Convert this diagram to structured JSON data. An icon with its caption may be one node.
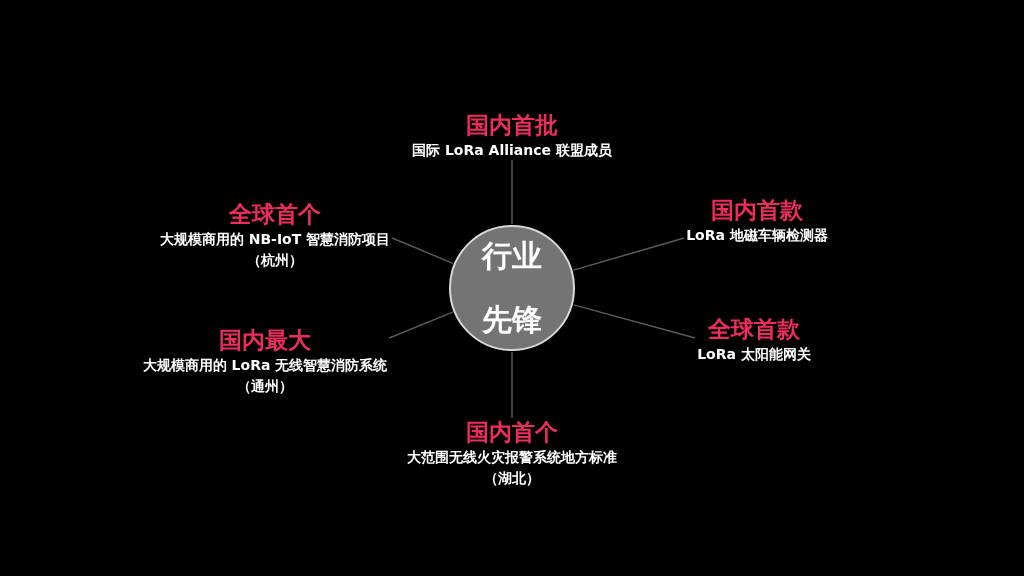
{
  "diagram": {
    "nodes": [
      {
        "text": [
          "行业先锋"
        ]
      },
      {
        "text": [
          "国内首批",
          "国际 LoRa Alliance 联盟成员"
        ]
      },
      {
        "text": [
          "全球首个",
          "大规模商用的 NB-IoT 智慧消防项目",
          "（杭州）"
        ]
      },
      {
        "text": [
          "国内首款",
          "LoRa 地磁车辆检测器"
        ]
      },
      {
        "text": [
          "国内最大",
          "大规模商用的 LoRa 无线智慧消防系统",
          "（通州）"
        ]
      },
      {
        "text": [
          "全球首款",
          "LoRa 太阳能网关"
        ]
      },
      {
        "text": [
          "国内首个",
          "大范围无线火灾报警系统地方标准",
          "（湖北）"
        ]
      }
    ],
    "edges": [
      {
        "from": 0,
        "to": 1,
        "arrow": "none"
      },
      {
        "from": 0,
        "to": 2,
        "arrow": "none"
      },
      {
        "from": 0,
        "to": 3,
        "arrow": "none"
      },
      {
        "from": 0,
        "to": 4,
        "arrow": "none"
      },
      {
        "from": 0,
        "to": 5,
        "arrow": "none"
      },
      {
        "from": 0,
        "to": 6,
        "arrow": "none"
      }
    ]
  }
}
